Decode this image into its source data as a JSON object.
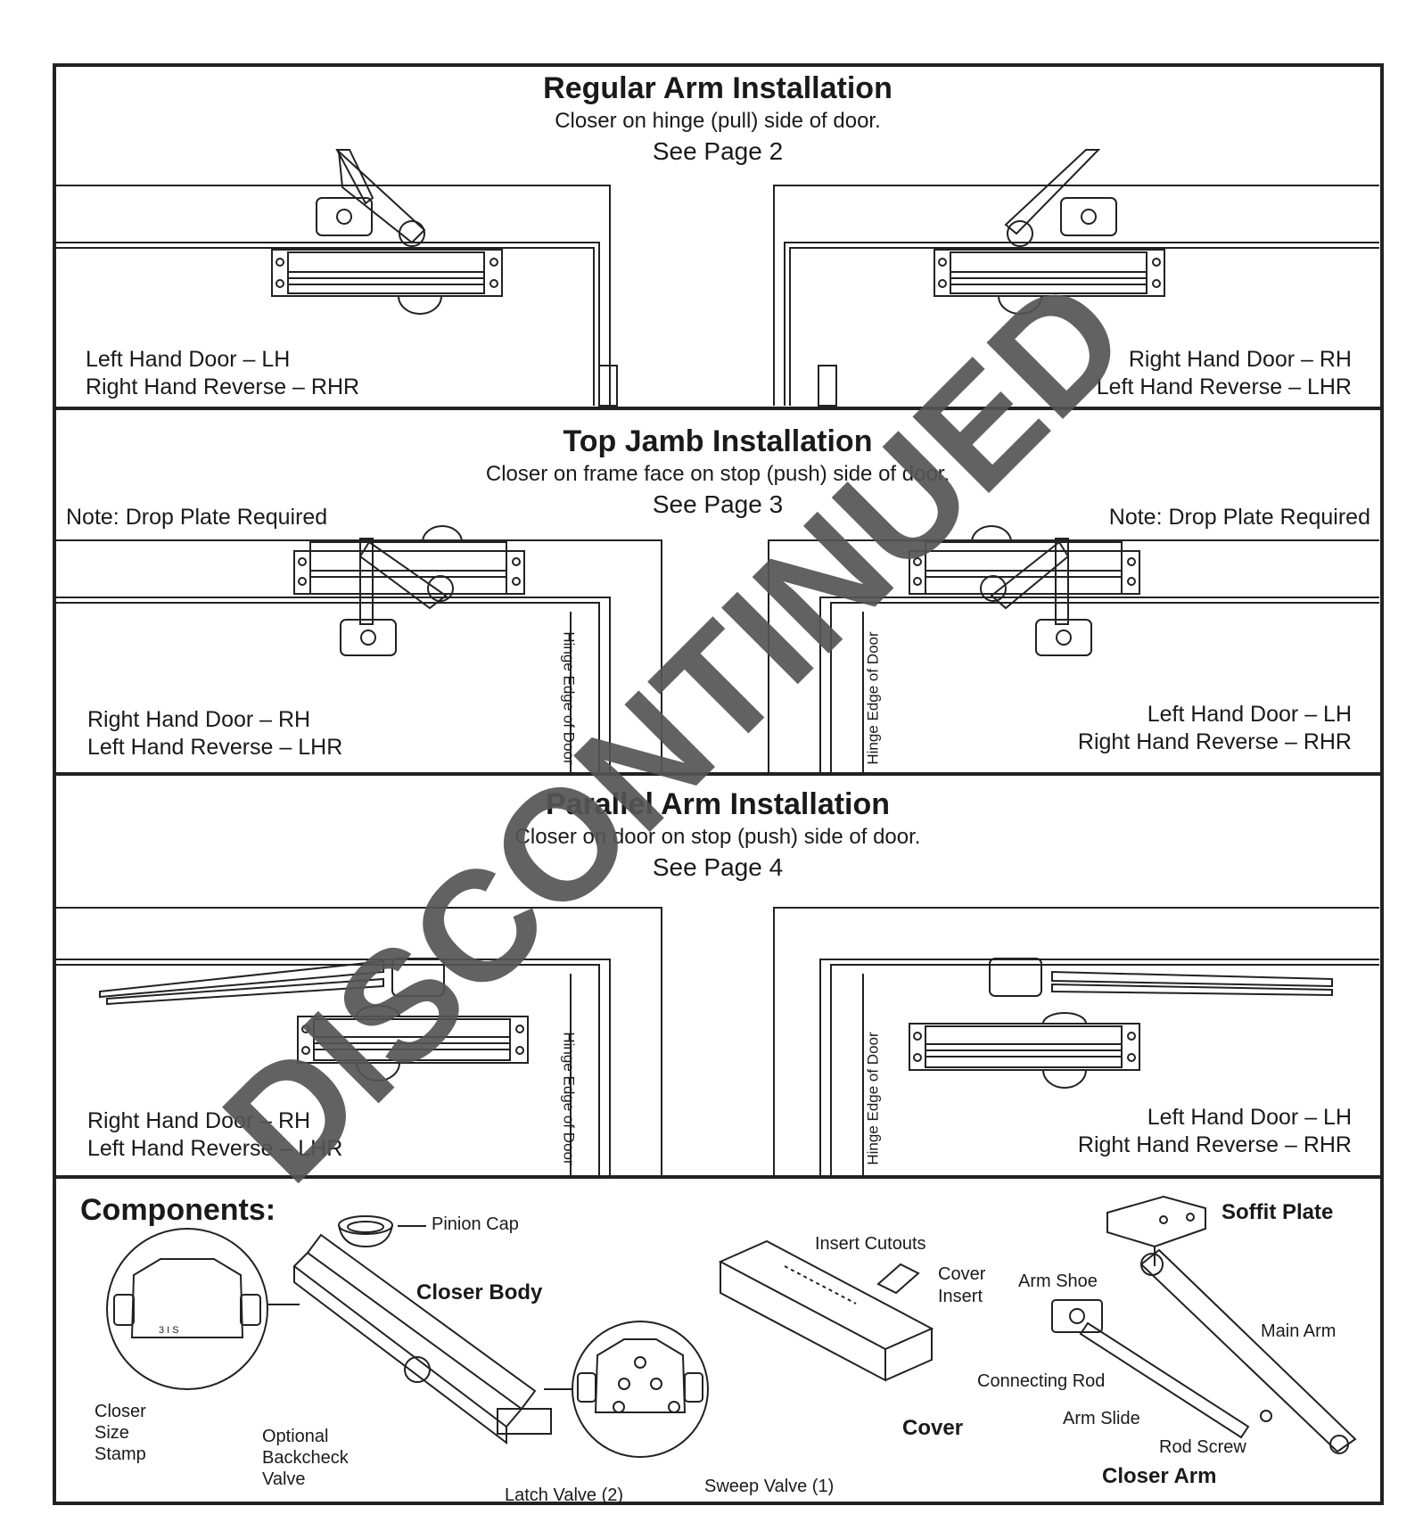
{
  "sections": {
    "regular": {
      "title": "Regular Arm Installation",
      "subtitle": "Closer on hinge (pull) side of door.",
      "see_page": "See Page 2",
      "left_door": "Left Hand Door – LH",
      "left_reverse": "Right Hand Reverse – RHR",
      "right_door": "Right Hand Door – RH",
      "right_reverse": "Left Hand Reverse – LHR"
    },
    "top_jamb": {
      "title": "Top Jamb Installation",
      "subtitle": "Closer on frame face on stop (push) side of door.",
      "see_page": "See Page 3",
      "note_left": "Note: Drop Plate Required",
      "note_right": "Note: Drop Plate Required",
      "left_door": "Right Hand Door – RH",
      "left_reverse": "Left Hand Reverse – LHR",
      "right_door": "Left Hand Door – LH",
      "right_reverse": "Right Hand Reverse – RHR",
      "hinge_edge": "Hinge Edge of Door"
    },
    "parallel": {
      "title": "Parallel Arm Installation",
      "subtitle": "Closer on door on stop (push) side of door.",
      "see_page": "See Page 4",
      "left_door": "Right Hand Door – RH",
      "left_reverse": "Left Hand Reverse – LHR",
      "right_door": "Left Hand Door – LH",
      "right_reverse": "Right Hand Reverse – RHR",
      "hinge_edge": "Hinge Edge of Door"
    }
  },
  "components": {
    "heading": "Components:",
    "pinion_cap": "Pinion Cap",
    "closer_body": "Closer Body",
    "closer_size_stamp": [
      "Closer",
      "Size",
      "Stamp"
    ],
    "stamp_marking": "3  I S",
    "optional_backcheck": [
      "Optional",
      "Backcheck",
      "Valve"
    ],
    "latch_valve": "Latch Valve (2)",
    "sweep_valve": "Sweep Valve (1)",
    "insert_cutouts": "Insert Cutouts",
    "cover_insert": [
      "Cover",
      "Insert"
    ],
    "cover": "Cover",
    "soffit_plate": "Soffit Plate",
    "arm_shoe": "Arm Shoe",
    "main_arm": "Main Arm",
    "connecting_rod": "Connecting Rod",
    "arm_slide": "Arm Slide",
    "rod_screw": "Rod Screw",
    "closer_arm": "Closer Arm"
  },
  "watermark": "DISCONTINUED",
  "watermark_color": "#555555"
}
